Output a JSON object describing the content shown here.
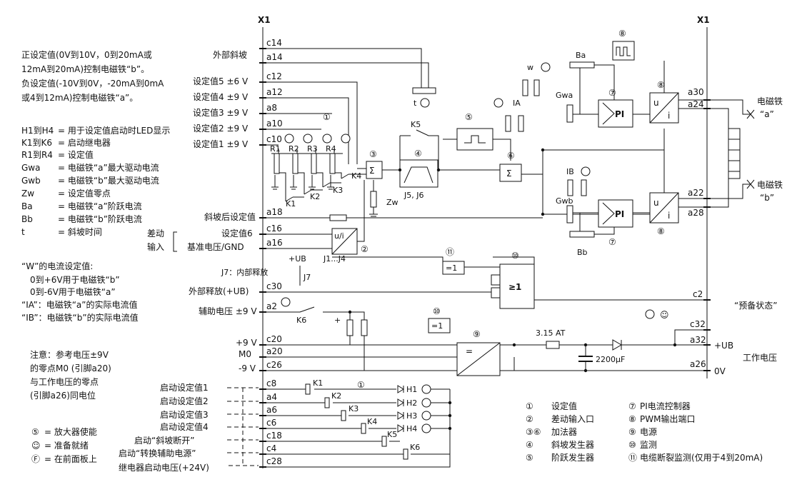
{
  "legend_left": {
    "note_lines": [
      "正设定值(0V到10V，0到20mA或",
      "12mA到20mA)控制电磁铁“b”。",
      "负设定值(-10V到0V，-20mA到0mA",
      "或4到12mA)控制电磁铁“a”。"
    ],
    "defs": [
      {
        "key": "H1到H4",
        "val": "= 用于设定值启动时LED显示"
      },
      {
        "key": "K1到K6",
        "val": "= 启动继电器"
      },
      {
        "key": "R1到R4",
        "val": "= 设定值"
      },
      {
        "key": "Gwa",
        "val": "= 电磁铁“a”最大驱动电流"
      },
      {
        "key": "Gwb",
        "val": "= 电磁铁“b”最大驱动电流"
      },
      {
        "key": "Zw",
        "val": "= 设定值零点"
      },
      {
        "key": "Ba",
        "val": "= 电磁铁“a”阶跃电流"
      },
      {
        "key": "Bb",
        "val": "= 电磁铁“b”阶跃电流"
      },
      {
        "key": "t",
        "val": "= 斜坡时间"
      }
    ],
    "w_title": "“W”的电流设定值:",
    "w_lines": [
      "0到+6V用于电磁铁“b”",
      "0到-6V用于电磁铁“a”"
    ],
    "ia_line": "“IA”：电磁铁“a”的实际电流值",
    "ib_line": "“IB”：电磁铁“b”的实际电流值",
    "note2": [
      "注意：参考电压±9V",
      "的零点M0 (引脚a20)",
      "与工作电压的零点",
      "(引脚a26)同电位"
    ],
    "symbols": [
      {
        "sym": "⑤",
        "text": "= 放大器使能"
      },
      {
        "sym": "☺",
        "text": "= 准备就绪"
      },
      {
        "sym": "Ⓕ",
        "text": "= 在前面板上"
      }
    ],
    "diff_input": [
      "差动",
      "输入"
    ]
  },
  "connector": {
    "title_left": "X1",
    "title_right": "X1",
    "left_pins": [
      {
        "label": "外部斜坡",
        "pin": "c14"
      },
      {
        "label": "",
        "pin": "a14"
      },
      {
        "label": "设定值5 ±6 V",
        "pin": "c12"
      },
      {
        "label": "设定值4 ±9 V",
        "pin": "a12"
      },
      {
        "label": "设定值3 ±9 V",
        "pin": "a8"
      },
      {
        "label": "设定值2 ±9 V",
        "pin": "a10"
      },
      {
        "label": "设定值1 ±9 V",
        "pin": "c10"
      },
      {
        "label": "斜坡后设定值",
        "pin": "a18"
      },
      {
        "label": "设定值6",
        "pin": "c16"
      },
      {
        "label": "基准电压/GND",
        "pin": "a16"
      },
      {
        "label": "外部释放(+UB)",
        "pin": "c30"
      },
      {
        "label": "辅助电压 ±9 V",
        "pin": "a2"
      },
      {
        "label": "+9 V",
        "pin": "c20"
      },
      {
        "label": "M0",
        "pin": "a20"
      },
      {
        "label": "-9 V",
        "pin": "c26"
      }
    ],
    "start_pins": [
      {
        "label": "启动设定值1",
        "pin": "c8"
      },
      {
        "label": "启动设定值2",
        "pin": "a4"
      },
      {
        "label": "启动设定值3",
        "pin": "a6"
      },
      {
        "label": "启动设定值4",
        "pin": "c6"
      },
      {
        "label": "启动“斜坡断开”",
        "pin": "c18"
      },
      {
        "label": "启动“转换辅助电源”",
        "pin": "c4"
      },
      {
        "label": "继电器启动电压(+24V)",
        "pin": "c28"
      }
    ],
    "right_pins": [
      "a30",
      "a24",
      "a22",
      "a28",
      "c2",
      "c32",
      "a32",
      "a26"
    ],
    "magnet_a": [
      "电磁铁",
      "“a”"
    ],
    "magnet_b": [
      "电磁铁",
      "“b”"
    ],
    "ready_state": "“预备状态”",
    "work_voltage": "工作电压",
    "ub": "+UB",
    "zero_v": "0V"
  },
  "components": {
    "resistors": [
      "R1",
      "R2",
      "R3",
      "R4"
    ],
    "relays": [
      "K1",
      "K2",
      "K3",
      "K4",
      "K5",
      "K6"
    ],
    "leds": [
      "H1",
      "H2",
      "H3",
      "H4"
    ],
    "sigma": "Σ",
    "pi": "PI",
    "gwa": "Gwa",
    "gwb": "Gwb",
    "ba": "Ba",
    "bb": "Bb",
    "zw": "Zw",
    "ia": "IA",
    "ib": "IB",
    "w": "w",
    "t_label": "t",
    "j56": "J5, J6",
    "j14": "J1...J4",
    "j7": "J7",
    "j7_text": "J7：内部释放",
    "ub_top": "+UB",
    "eq1": "=1",
    "ge1": "≥1",
    "ui": "u/i",
    "u": "u",
    "i": "i",
    "fuse": "3.15 AT",
    "cap": "2200µF",
    "plus": "+",
    "circled_f": "F",
    "num_1": "①",
    "num_2": "②",
    "num_3": "③",
    "num_4": "④",
    "num_5": "⑤",
    "num_6": "⑥",
    "num_7": "⑦",
    "num_8": "⑧",
    "num_9": "⑨",
    "num_10": "⑩",
    "num_11": "⑪"
  },
  "legend_right": [
    {
      "num": "①",
      "text": "设定值"
    },
    {
      "num": "②",
      "text": "差动输入口"
    },
    {
      "num": "③⑥",
      "text": "加法器"
    },
    {
      "num": "④",
      "text": "斜坡发生器"
    },
    {
      "num": "⑤",
      "text": "阶跃发生器"
    },
    {
      "num": "⑦",
      "text": "PI电流控制器"
    },
    {
      "num": "⑧",
      "text": "PWM输出端口"
    },
    {
      "num": "⑨",
      "text": "电源"
    },
    {
      "num": "⑩",
      "text": "监测"
    },
    {
      "num": "⑪",
      "text": "电缆断裂监测(仅用于4到20mA)"
    }
  ]
}
